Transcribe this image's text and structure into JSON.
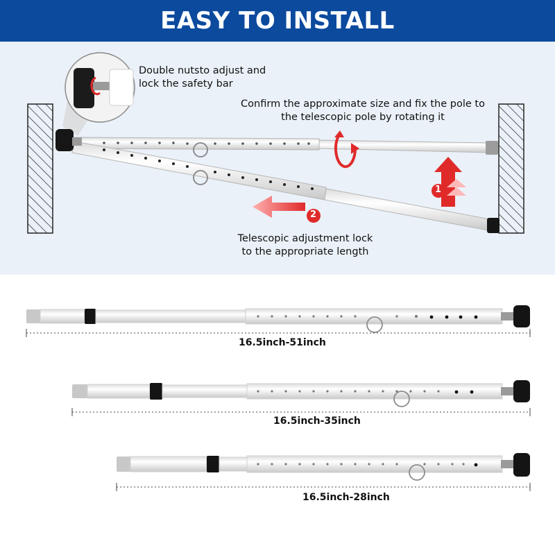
{
  "banner": {
    "title": "EASY TO INSTALL"
  },
  "install": {
    "nut_caption": [
      "Double nutsto adjust and",
      "lock the safety bar"
    ],
    "rotate_caption": [
      "Confirm the approximate size and fix the pole to",
      "the telescopic pole by rotating it"
    ],
    "telescope_caption": [
      "Telescopic adjustment lock",
      "to the appropriate length"
    ],
    "step_one": "1",
    "step_two": "2"
  },
  "sizes": [
    {
      "label": "16.5inch-51inch"
    },
    {
      "label": "16.5inch-35inch"
    },
    {
      "label": "16.5inch-28inch"
    }
  ],
  "colors": {
    "banner": "#0c4a9e",
    "panel": "#eaf1f8",
    "arrow": "#e02a2a",
    "pole": "#f2f2f2",
    "cap": "#111111"
  }
}
